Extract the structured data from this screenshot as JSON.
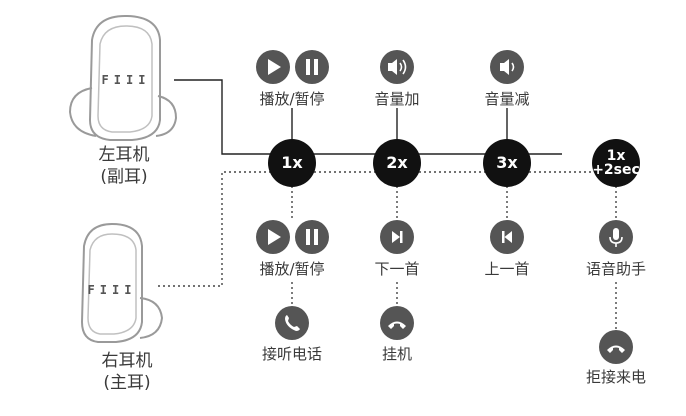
{
  "left_earbud": {
    "name": "左耳机",
    "role": "(副耳)",
    "logo": "FIII"
  },
  "right_earbud": {
    "name": "右耳机",
    "role": "(主耳)",
    "logo": "FIII"
  },
  "taps": {
    "t1": "1x",
    "t2": "2x",
    "t3": "3x",
    "t4_line1": "1x",
    "t4_line2": "+2sec"
  },
  "top_actions": {
    "a1": "播放/暂停",
    "a2": "音量加",
    "a3": "音量减"
  },
  "bottom_actions": {
    "b1": "播放/暂停",
    "b2": "下一首",
    "b3": "上一首",
    "b4": "语音助手"
  },
  "call_actions": {
    "c1": "接听电话",
    "c2": "挂机",
    "c3": "拒接来电"
  },
  "icons": {
    "play": "play-icon",
    "pause": "pause-icon",
    "volume_up": "volume-up-icon",
    "volume_down": "volume-down-icon",
    "next": "next-track-icon",
    "previous": "previous-track-icon",
    "mic": "microphone-icon",
    "phone": "phone-icon",
    "hangup": "hang-up-icon"
  },
  "colors": {
    "tap_fill": "#111111",
    "icon_fill": "#555555",
    "line": "#222222"
  }
}
